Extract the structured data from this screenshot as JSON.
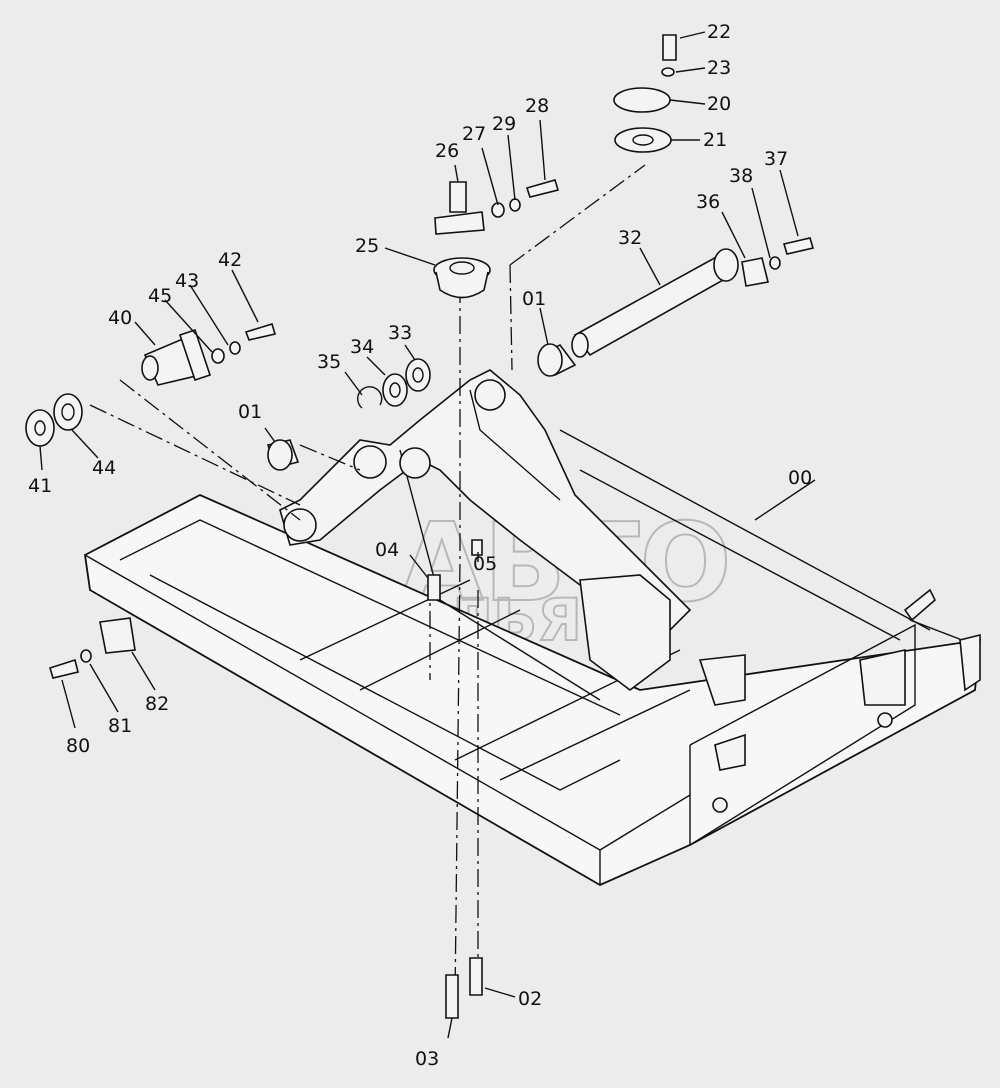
{
  "watermark": {
    "line1": "АВТО",
    "line2": "АЛЬЯНС"
  },
  "labels": [
    {
      "id": "00",
      "text": "00"
    },
    {
      "id": "01a",
      "text": "01"
    },
    {
      "id": "01b",
      "text": "01"
    },
    {
      "id": "02",
      "text": "02"
    },
    {
      "id": "03",
      "text": "03"
    },
    {
      "id": "04",
      "text": "04"
    },
    {
      "id": "05",
      "text": "05"
    },
    {
      "id": "20",
      "text": "20"
    },
    {
      "id": "21",
      "text": "21"
    },
    {
      "id": "22",
      "text": "22"
    },
    {
      "id": "23",
      "text": "23"
    },
    {
      "id": "25",
      "text": "25"
    },
    {
      "id": "26",
      "text": "26"
    },
    {
      "id": "27",
      "text": "27"
    },
    {
      "id": "28",
      "text": "28"
    },
    {
      "id": "29",
      "text": "29"
    },
    {
      "id": "32",
      "text": "32"
    },
    {
      "id": "33",
      "text": "33"
    },
    {
      "id": "34",
      "text": "34"
    },
    {
      "id": "35",
      "text": "35"
    },
    {
      "id": "36",
      "text": "36"
    },
    {
      "id": "37",
      "text": "37"
    },
    {
      "id": "38",
      "text": "38"
    },
    {
      "id": "40",
      "text": "40"
    },
    {
      "id": "41",
      "text": "41"
    },
    {
      "id": "42",
      "text": "42"
    },
    {
      "id": "43",
      "text": "43"
    },
    {
      "id": "44",
      "text": "44"
    },
    {
      "id": "45",
      "text": "45"
    },
    {
      "id": "80",
      "text": "80"
    },
    {
      "id": "81",
      "text": "81"
    },
    {
      "id": "82",
      "text": "82"
    }
  ]
}
